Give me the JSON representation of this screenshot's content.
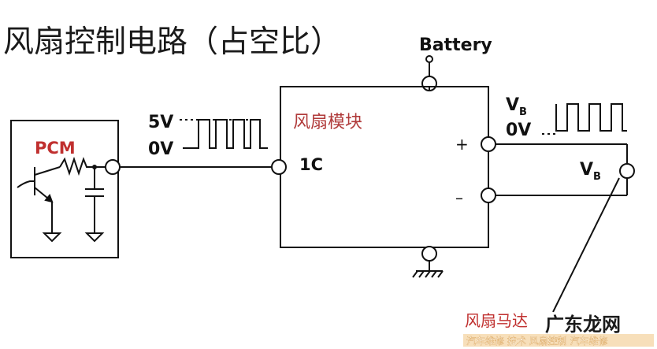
{
  "title": "风扇控制电路（占空比）",
  "battery_label": "Battery",
  "pcm_label": "PCM",
  "signal_high_label": "5V",
  "signal_low_label": "0V",
  "pin_label": "1C",
  "module_label": "风扇模块",
  "vb_label": "V",
  "vb_subscript": "B",
  "out_low_label": "0V",
  "vb2_label": "V",
  "vb2_subscript": "B",
  "plus_label": "+",
  "minus_label": "–",
  "motor_label": "风扇马达",
  "watermark_brand": "广东龙网",
  "watermark_caption": "汽车维修 技术 风扇控制 汽车维修",
  "colors": {
    "line": "#111111",
    "red": "#c0302f",
    "module_text": "#b03a3a",
    "watermark_orange": "#e8a23a"
  }
}
